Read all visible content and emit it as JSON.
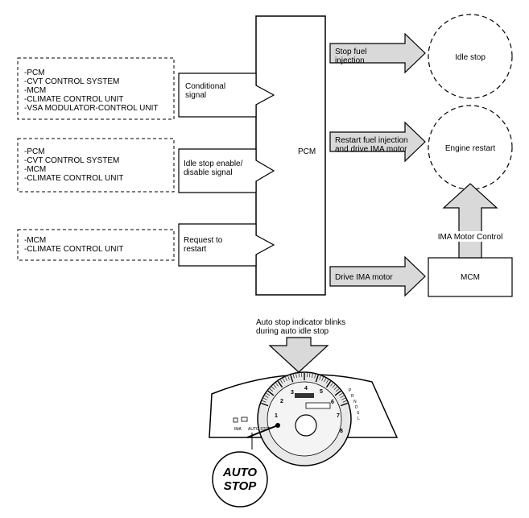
{
  "sources": [
    {
      "lines": [
        "-PCM",
        "-CVT CONTROL SYSTEM",
        "-MCM",
        "-CLIMATE CONTROL UNIT",
        "-VSA MODULATOR-CONTROL UNIT"
      ]
    },
    {
      "lines": [
        "-PCM",
        "-CVT CONTROL SYSTEM",
        "-MCM",
        "-CLIMATE CONTROL UNIT"
      ]
    },
    {
      "lines": [
        "-MCM",
        "-CLIMATE CONTROL UNIT"
      ]
    }
  ],
  "input_signals": [
    {
      "lines": [
        "Conditional",
        "signal"
      ]
    },
    {
      "lines": [
        "Idle stop enable/",
        "disable signal"
      ]
    },
    {
      "lines": [
        "Request to",
        "restart"
      ]
    }
  ],
  "pcm_label": "PCM",
  "output_actions": [
    {
      "lines": [
        "Stop fuel",
        "injection"
      ]
    },
    {
      "lines": [
        "Restart fuel injection",
        "and drive IMA motor"
      ]
    },
    {
      "lines": [
        "Drive IMA motor"
      ]
    }
  ],
  "results": [
    {
      "label": "Idle stop"
    },
    {
      "label": "Engine restart"
    }
  ],
  "ima_motor_control_label": "IMA Motor Control",
  "mcm_label": "MCM",
  "indicator_note": [
    "Auto stop indicator blinks",
    "during auto idle stop"
  ],
  "dashboard": {
    "tach_numbers": [
      "1",
      "2",
      "3",
      "4",
      "5",
      "6",
      "7",
      "8"
    ],
    "gear_letters": [
      "P",
      "R",
      "N",
      "D",
      "S",
      "L"
    ],
    "indicator_text_1": "IMA",
    "indicator_text_2": "AUTO STOP"
  },
  "callout": {
    "line1": "AUTO",
    "line2": "STOP"
  },
  "colors": {
    "arrow_fill": "#d9d9d9",
    "line": "#000000",
    "background": "#ffffff"
  }
}
